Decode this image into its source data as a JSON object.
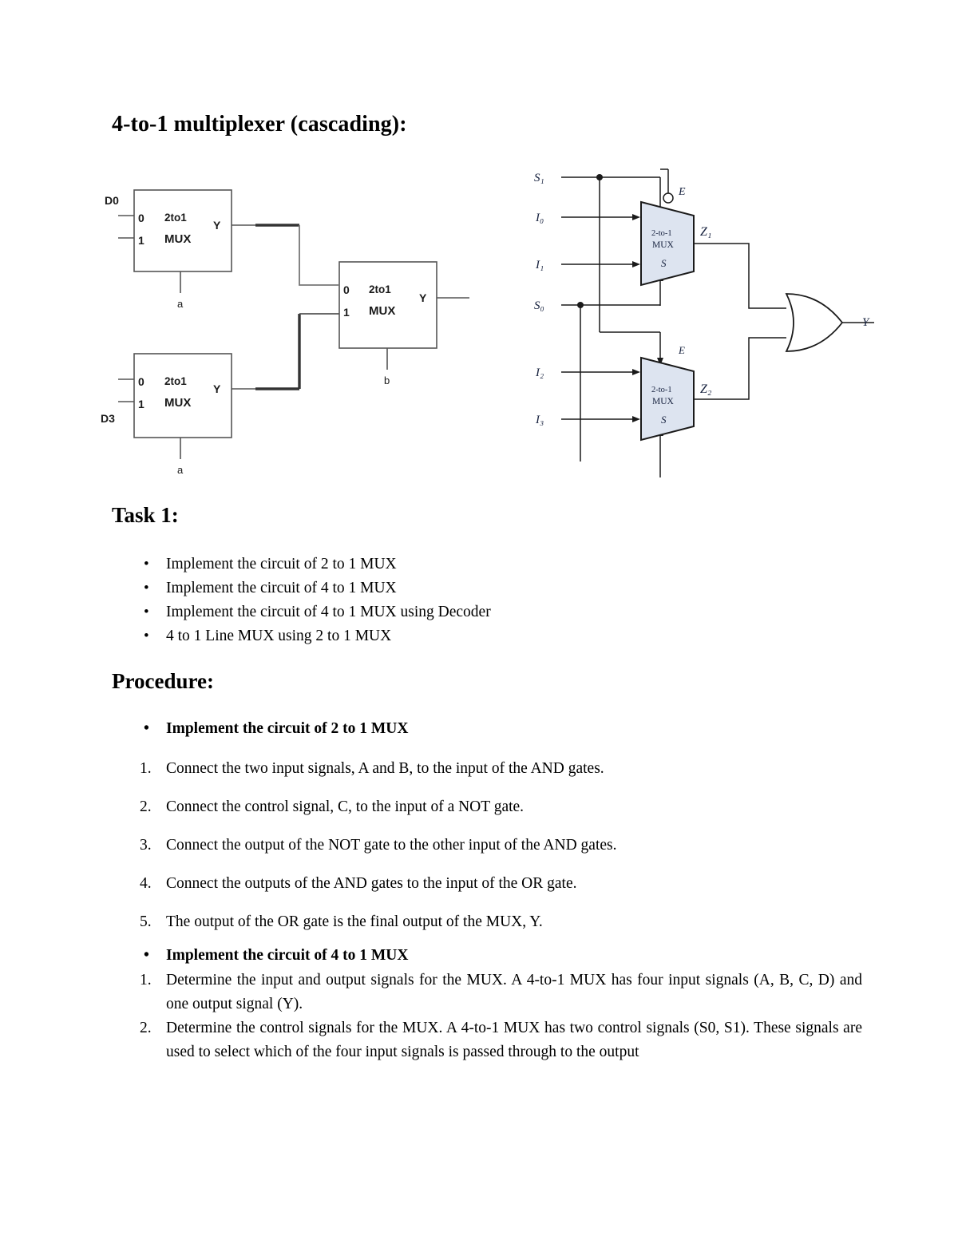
{
  "document": {
    "title": "4-to-1 multiplexer (cascading):",
    "task_heading": "Task 1:",
    "procedure_heading": "Procedure:"
  },
  "task1": {
    "bullet_glyph": "•",
    "items": [
      "Implement the circuit of 2 to 1 MUX",
      "Implement the circuit of 4 to 1 MUX",
      "Implement the circuit of 4 to 1 MUX using Decoder",
      "4 to 1 Line MUX using 2 to 1 MUX"
    ]
  },
  "procedure": {
    "bullet_glyph": "•",
    "section_1": {
      "bullet": "Implement the circuit of 2 to 1 MUX",
      "steps": [
        {
          "num": "1.",
          "text": "Connect the two input signals, A and B, to the input of the AND gates."
        },
        {
          "num": "2.",
          "text": "Connect the control signal, C, to the input of a NOT gate."
        },
        {
          "num": "3.",
          "text": "Connect the output of the NOT gate to the other input of the AND gates."
        },
        {
          "num": "4.",
          "text": "Connect the outputs of the AND gates to the input of the OR gate."
        },
        {
          "num": "5.",
          "text": "The output of the OR gate is the final output of the MUX, Y."
        }
      ]
    },
    "section_2": {
      "bullet": "Implement the circuit of 4 to 1 MUX",
      "steps": [
        {
          "num": "1.",
          "text": "Determine the input and output signals for the MUX. A 4-to-1 MUX has four input signals (A, B, C, D) and one output signal (Y)."
        },
        {
          "num": "2.",
          "text": "Determine the control signals for the MUX. A 4-to-1 MUX has two control signals (S0, S1). These signals are used to select which of the four input signals is passed through to the output"
        }
      ]
    }
  },
  "left_diagram": {
    "name": "cascaded-2to1-mux-block-diagram",
    "mux_boxes": [
      {
        "id": "mux-top",
        "line1": "2to1",
        "line2": "MUX",
        "input_0": "0",
        "input_1": "1",
        "output": "Y",
        "select_label": "a",
        "external_input_label": "D0"
      },
      {
        "id": "mux-bottom",
        "line1": "2to1",
        "line2": "MUX",
        "input_0": "0",
        "input_1": "1",
        "output": "Y",
        "select_label": "a",
        "external_input_label": "D3"
      },
      {
        "id": "mux-final",
        "line1": "2to1",
        "line2": "MUX",
        "input_0": "0",
        "input_1": "1",
        "output": "Y",
        "select_label": "b",
        "external_input_label": ""
      }
    ],
    "colors": {
      "stroke": "#555555",
      "wire_bold": "#333333",
      "text": "#1a1a1a"
    }
  },
  "right_diagram": {
    "name": "two-2to1-mux-with-or-gate",
    "inputs": [
      "S₁",
      "I₀",
      "I₁",
      "S₀",
      "I₂",
      "I₃"
    ],
    "mux_upper": {
      "line1": "2-to-1",
      "line2": "MUX",
      "select_label": "S",
      "enable_label": "E",
      "enable_inverted": true,
      "output_label": "Z₁"
    },
    "mux_lower": {
      "line1": "2-to-1",
      "line2": "MUX",
      "select_label": "S",
      "enable_label": "E",
      "enable_inverted": false,
      "output_label": "Z₂"
    },
    "or_gate": {
      "name": "or-gate",
      "output_label": "Y"
    },
    "colors": {
      "mux_fill": "#dde4f0",
      "mux_stroke": "#1a1a1a",
      "wire": "#1a1a1a",
      "label": "#16213e"
    }
  }
}
